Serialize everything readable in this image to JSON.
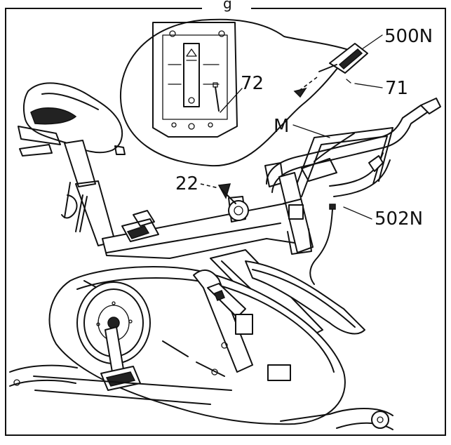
{
  "figure": {
    "header_fragment": "g",
    "callouts": {
      "bracket": "500N",
      "pin": "71",
      "detail_part": "72",
      "monitor": "M",
      "knob": "22",
      "cable": "502N"
    }
  }
}
